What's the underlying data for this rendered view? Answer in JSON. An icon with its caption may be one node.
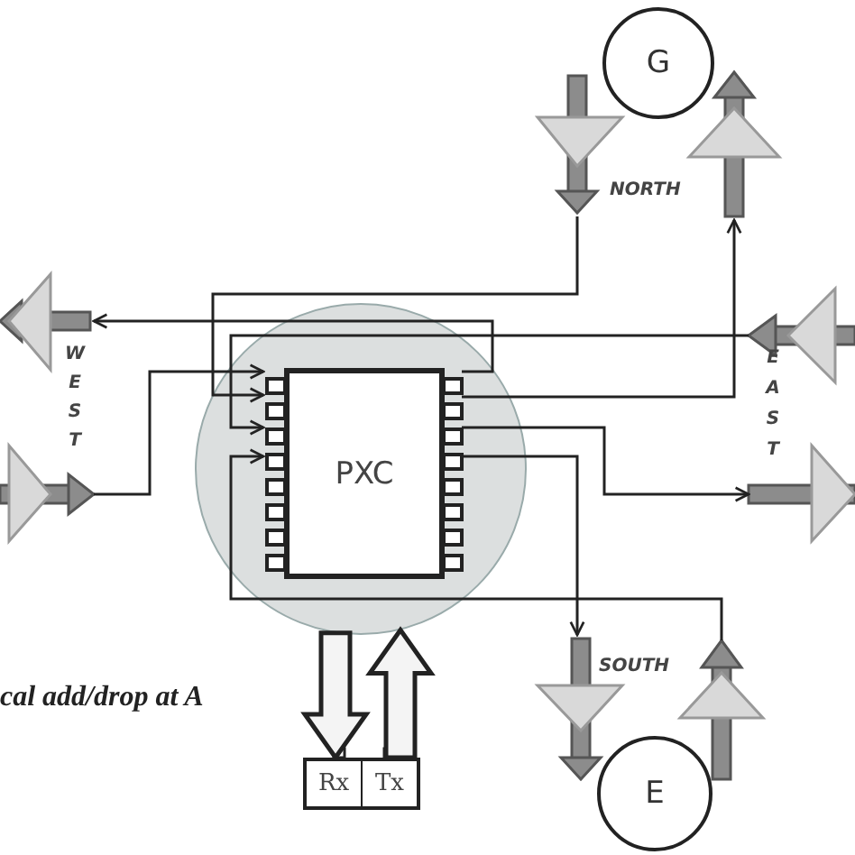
{
  "diagram": {
    "nodes": [
      {
        "text": [
          "G"
        ]
      },
      {
        "text": [],
        "shape": "triangle"
      },
      {
        "text": [],
        "shape": "triangle"
      },
      {
        "text": [],
        "shape": "triangle"
      },
      {
        "text": [],
        "shape": "triangle"
      },
      {
        "text": [],
        "shape": "circle"
      },
      {
        "text": [
          "PXC"
        ],
        "in": 5
      },
      {
        "text": [],
        "shape": "triangle"
      },
      {
        "text": [],
        "shape": "triangle"
      },
      {
        "text": [],
        "shape": "triangle"
      },
      {
        "text": [],
        "shape": "triangle"
      },
      {
        "text": [
          "E"
        ]
      },
      {
        "text": [
          "Rx",
          "Tx"
        ]
      }
    ],
    "edges": [
      {
        "from": 1,
        "to": 6,
        "arrow": "to"
      },
      {
        "from": 6,
        "to": 2,
        "arrow": "to"
      },
      {
        "from": 6,
        "to": 3,
        "arrow": "to"
      },
      {
        "from": 4,
        "to": 6,
        "arrow": "to"
      },
      {
        "from": 7,
        "to": 6,
        "arrow": "to"
      },
      {
        "from": 6,
        "to": 8,
        "arrow": "to"
      },
      {
        "from": 6,
        "to": 9,
        "arrow": "to"
      },
      {
        "from": 10,
        "to": 6,
        "arrow": "to"
      },
      {
        "from": 5,
        "to": 12,
        "arrow": "to",
        "style": "thick"
      },
      {
        "from": 12,
        "to": 5,
        "arrow": "to",
        "style": "thick"
      }
    ],
    "labels": [
      "NORTH",
      "WEST",
      "EAST",
      "SOUTH",
      "cal add/drop at A"
    ]
  }
}
